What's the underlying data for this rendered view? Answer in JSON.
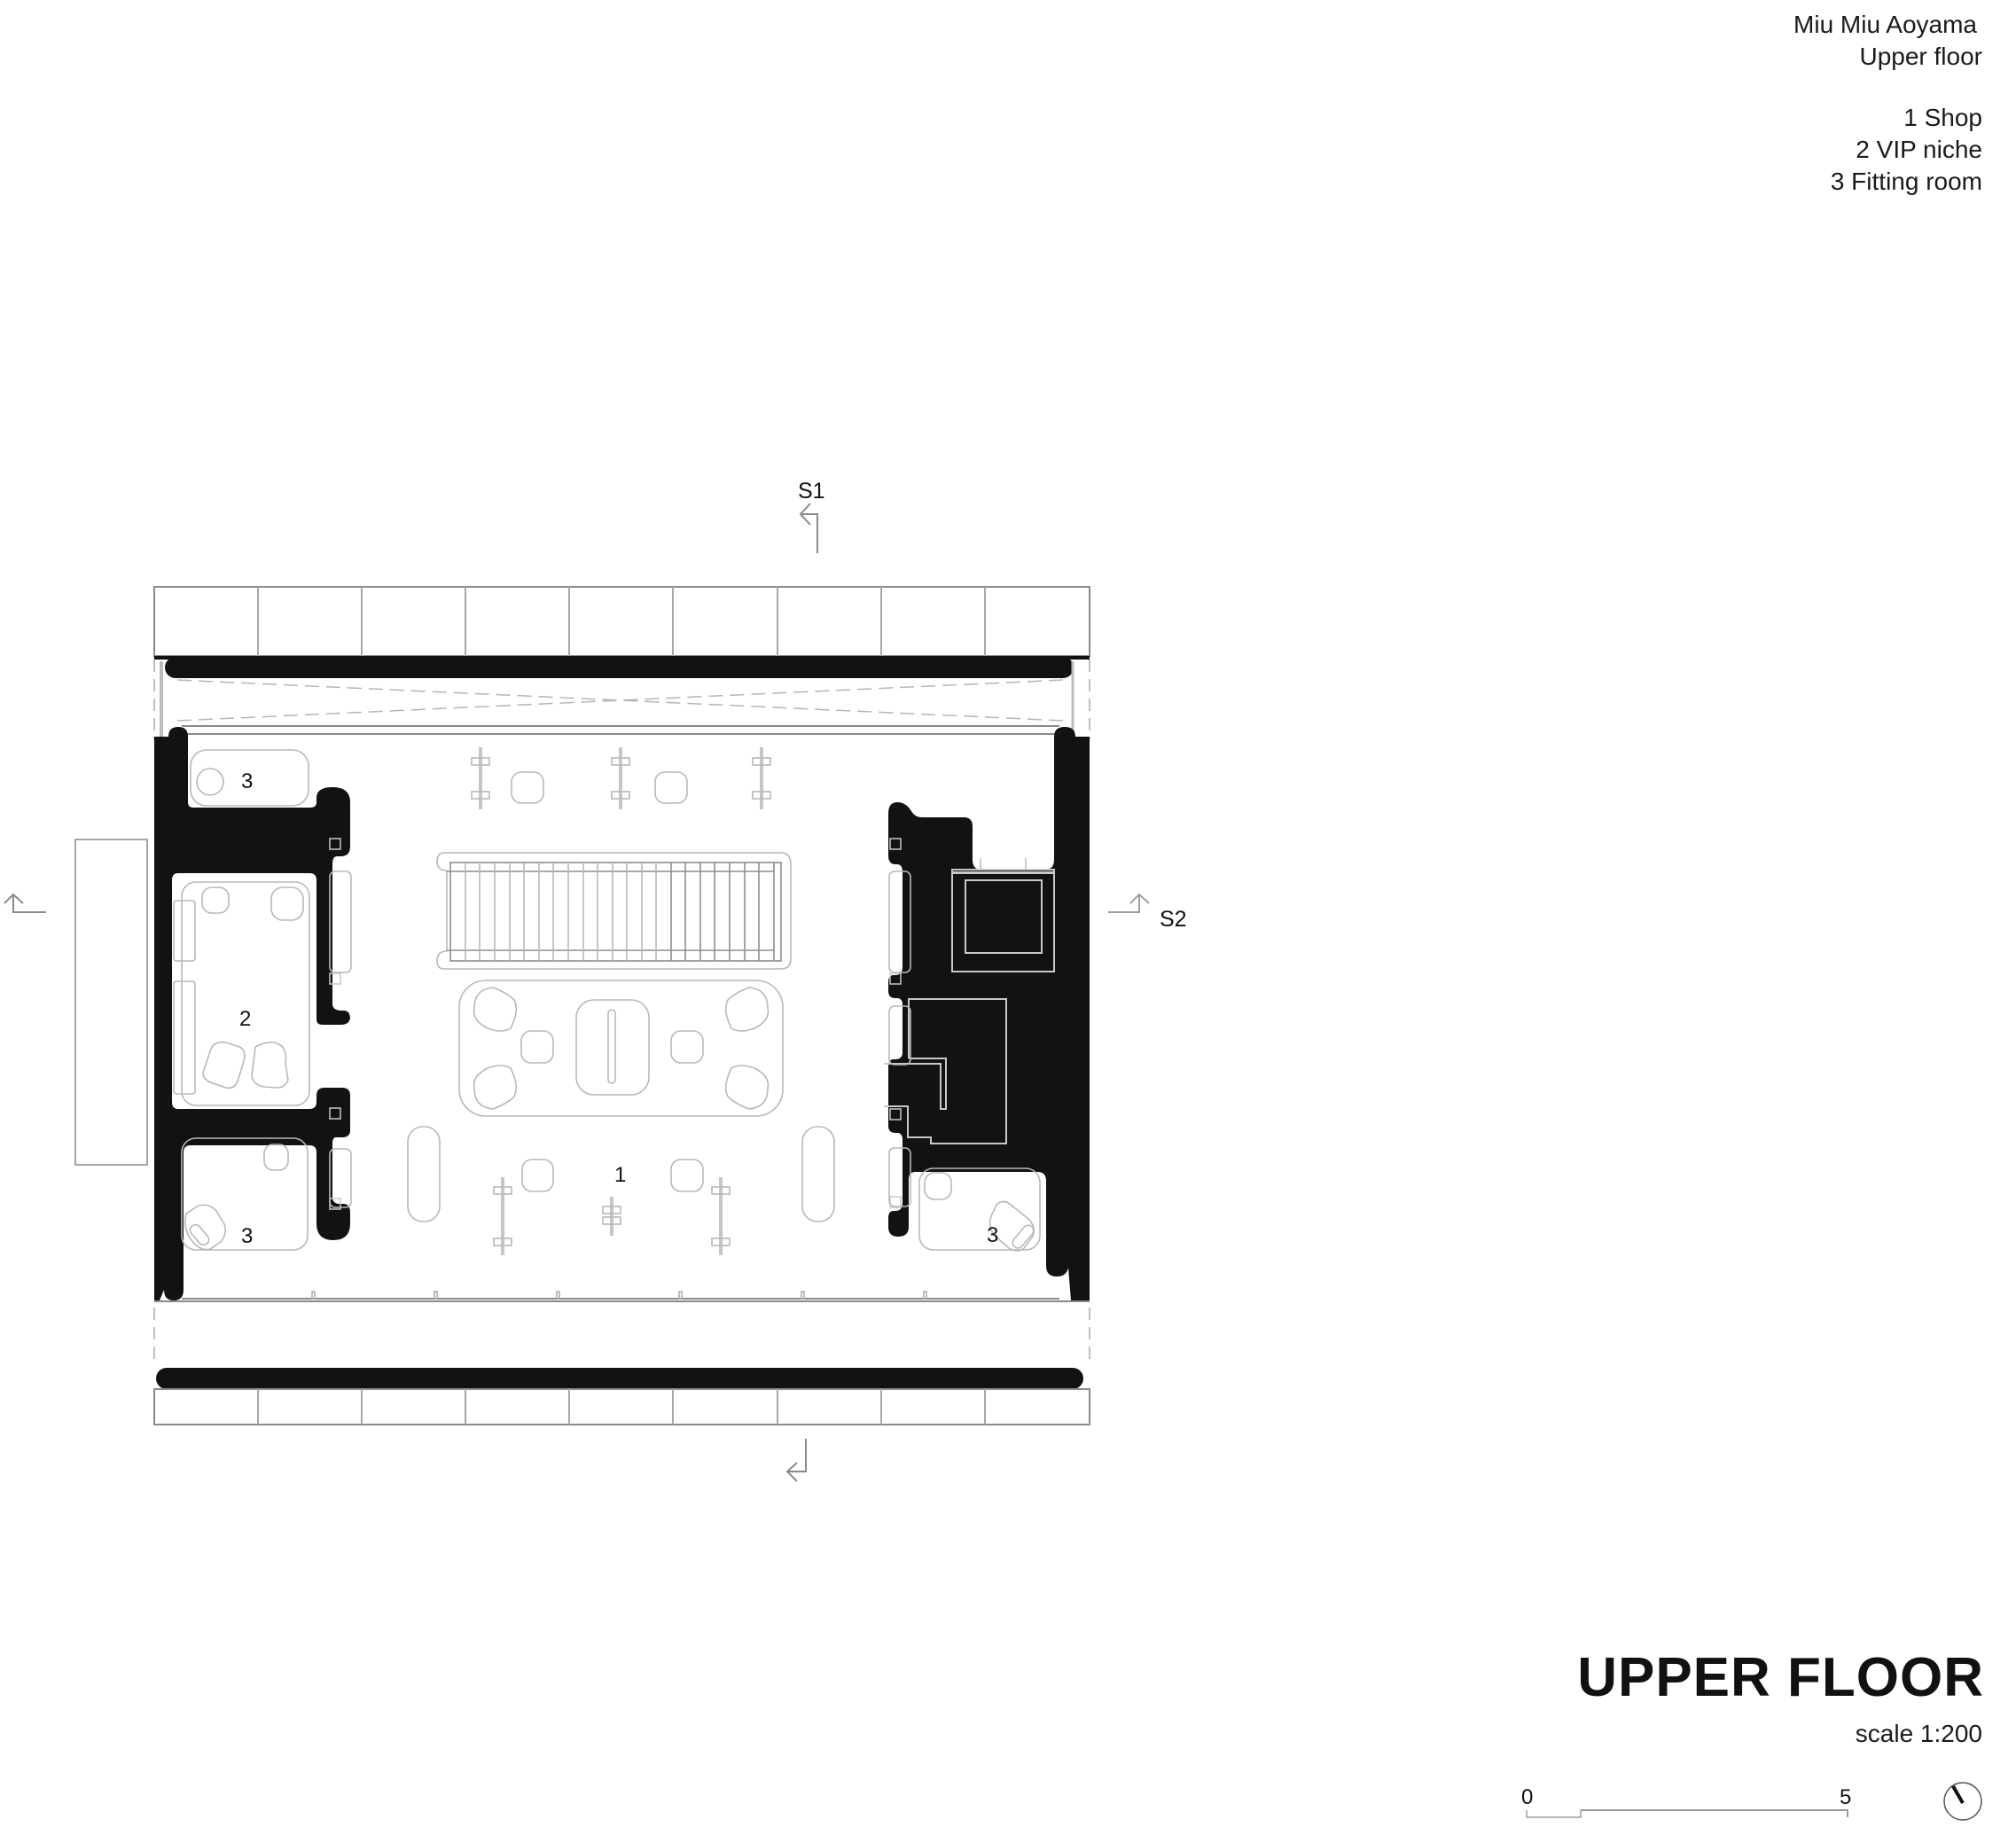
{
  "title_block": {
    "project": "Miu Miu Aoyama",
    "floor": "Upper floor",
    "legend": [
      {
        "number": "1",
        "label": "Shop",
        "text": "1 Shop"
      },
      {
        "number": "2",
        "label": "VIP niche",
        "text": "2 VIP niche"
      },
      {
        "number": "3",
        "label": "Fitting room",
        "text": "3 Fitting room"
      }
    ]
  },
  "drawing": {
    "title": "UPPER FLOOR",
    "scale": "scale 1:200"
  },
  "sections": {
    "s1": "S1",
    "s2": "S2"
  },
  "rooms": {
    "shop": "1",
    "vip_niche": "2",
    "fitting_room_top_left": "3",
    "fitting_room_bottom_left": "3",
    "fitting_room_bottom_right": "3"
  },
  "scale_bar": {
    "start": "0",
    "end": "5"
  },
  "colors": {
    "wall_fill": "#111312",
    "line": "#9a9a9a",
    "furniture": "#b8b8b8",
    "background": "#ffffff"
  }
}
